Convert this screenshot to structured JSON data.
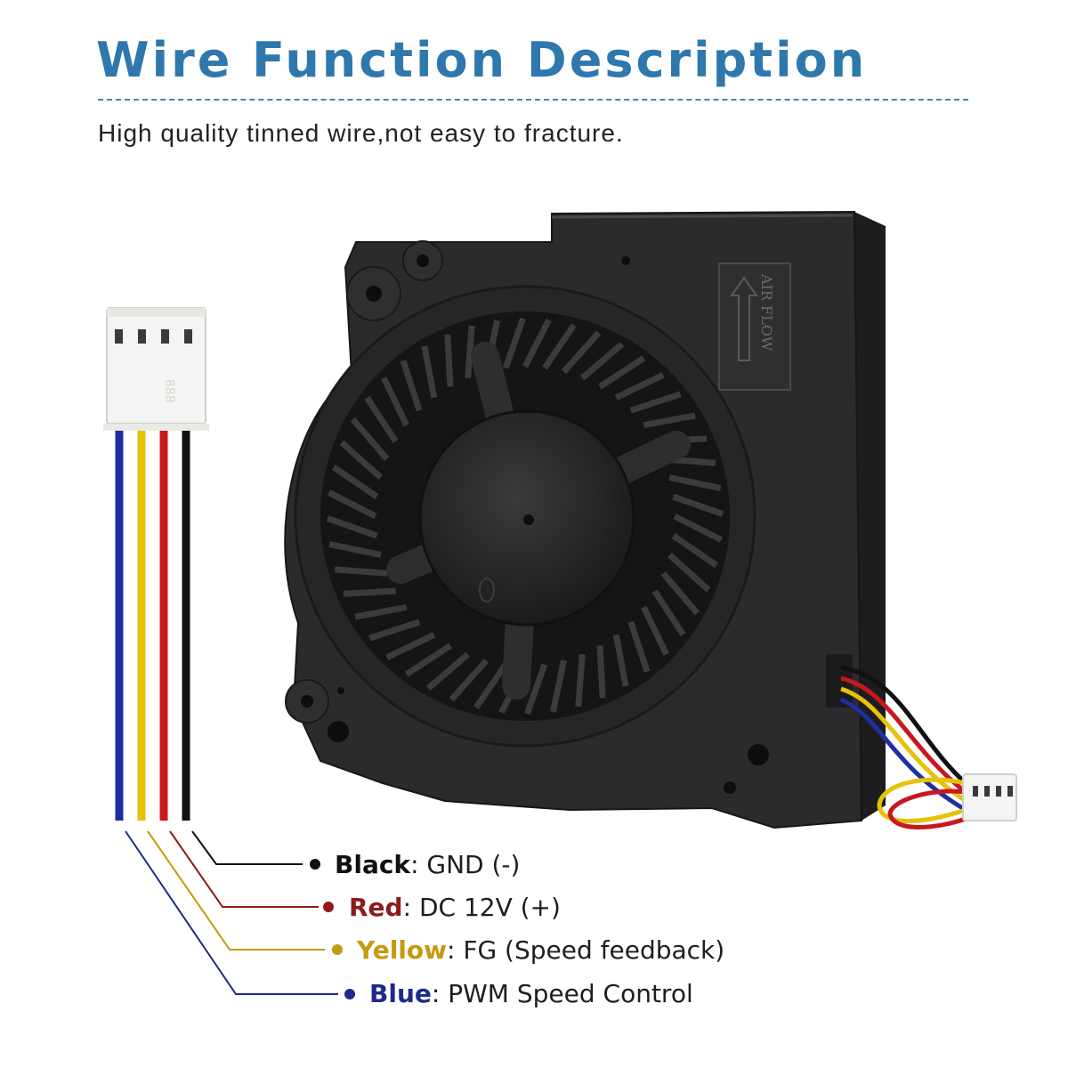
{
  "header": {
    "title": "Wire Function Description",
    "subtitle": "High quality tinned wire,not easy to fracture."
  },
  "fan": {
    "airflow_label": "AIR FLOW",
    "connector_mark": "888",
    "body_color": "#2b2b2d"
  },
  "wires": [
    {
      "name": "Black",
      "sep": ":",
      "function": "GND (-)",
      "color": "#111111",
      "label_color": "#111111"
    },
    {
      "name": "Red",
      "sep": ":",
      "function": "DC 12V (+)",
      "color": "#c8171d",
      "label_color": "#8d1b1b"
    },
    {
      "name": "Yellow",
      "sep": ":",
      "function": "FG (Speed feedback)",
      "color": "#e6c20a",
      "label_color": "#c49a0e"
    },
    {
      "name": "Blue",
      "sep": ":",
      "function": "PWM Speed Control",
      "color": "#1f2ea0",
      "label_color": "#1d2a88"
    }
  ]
}
